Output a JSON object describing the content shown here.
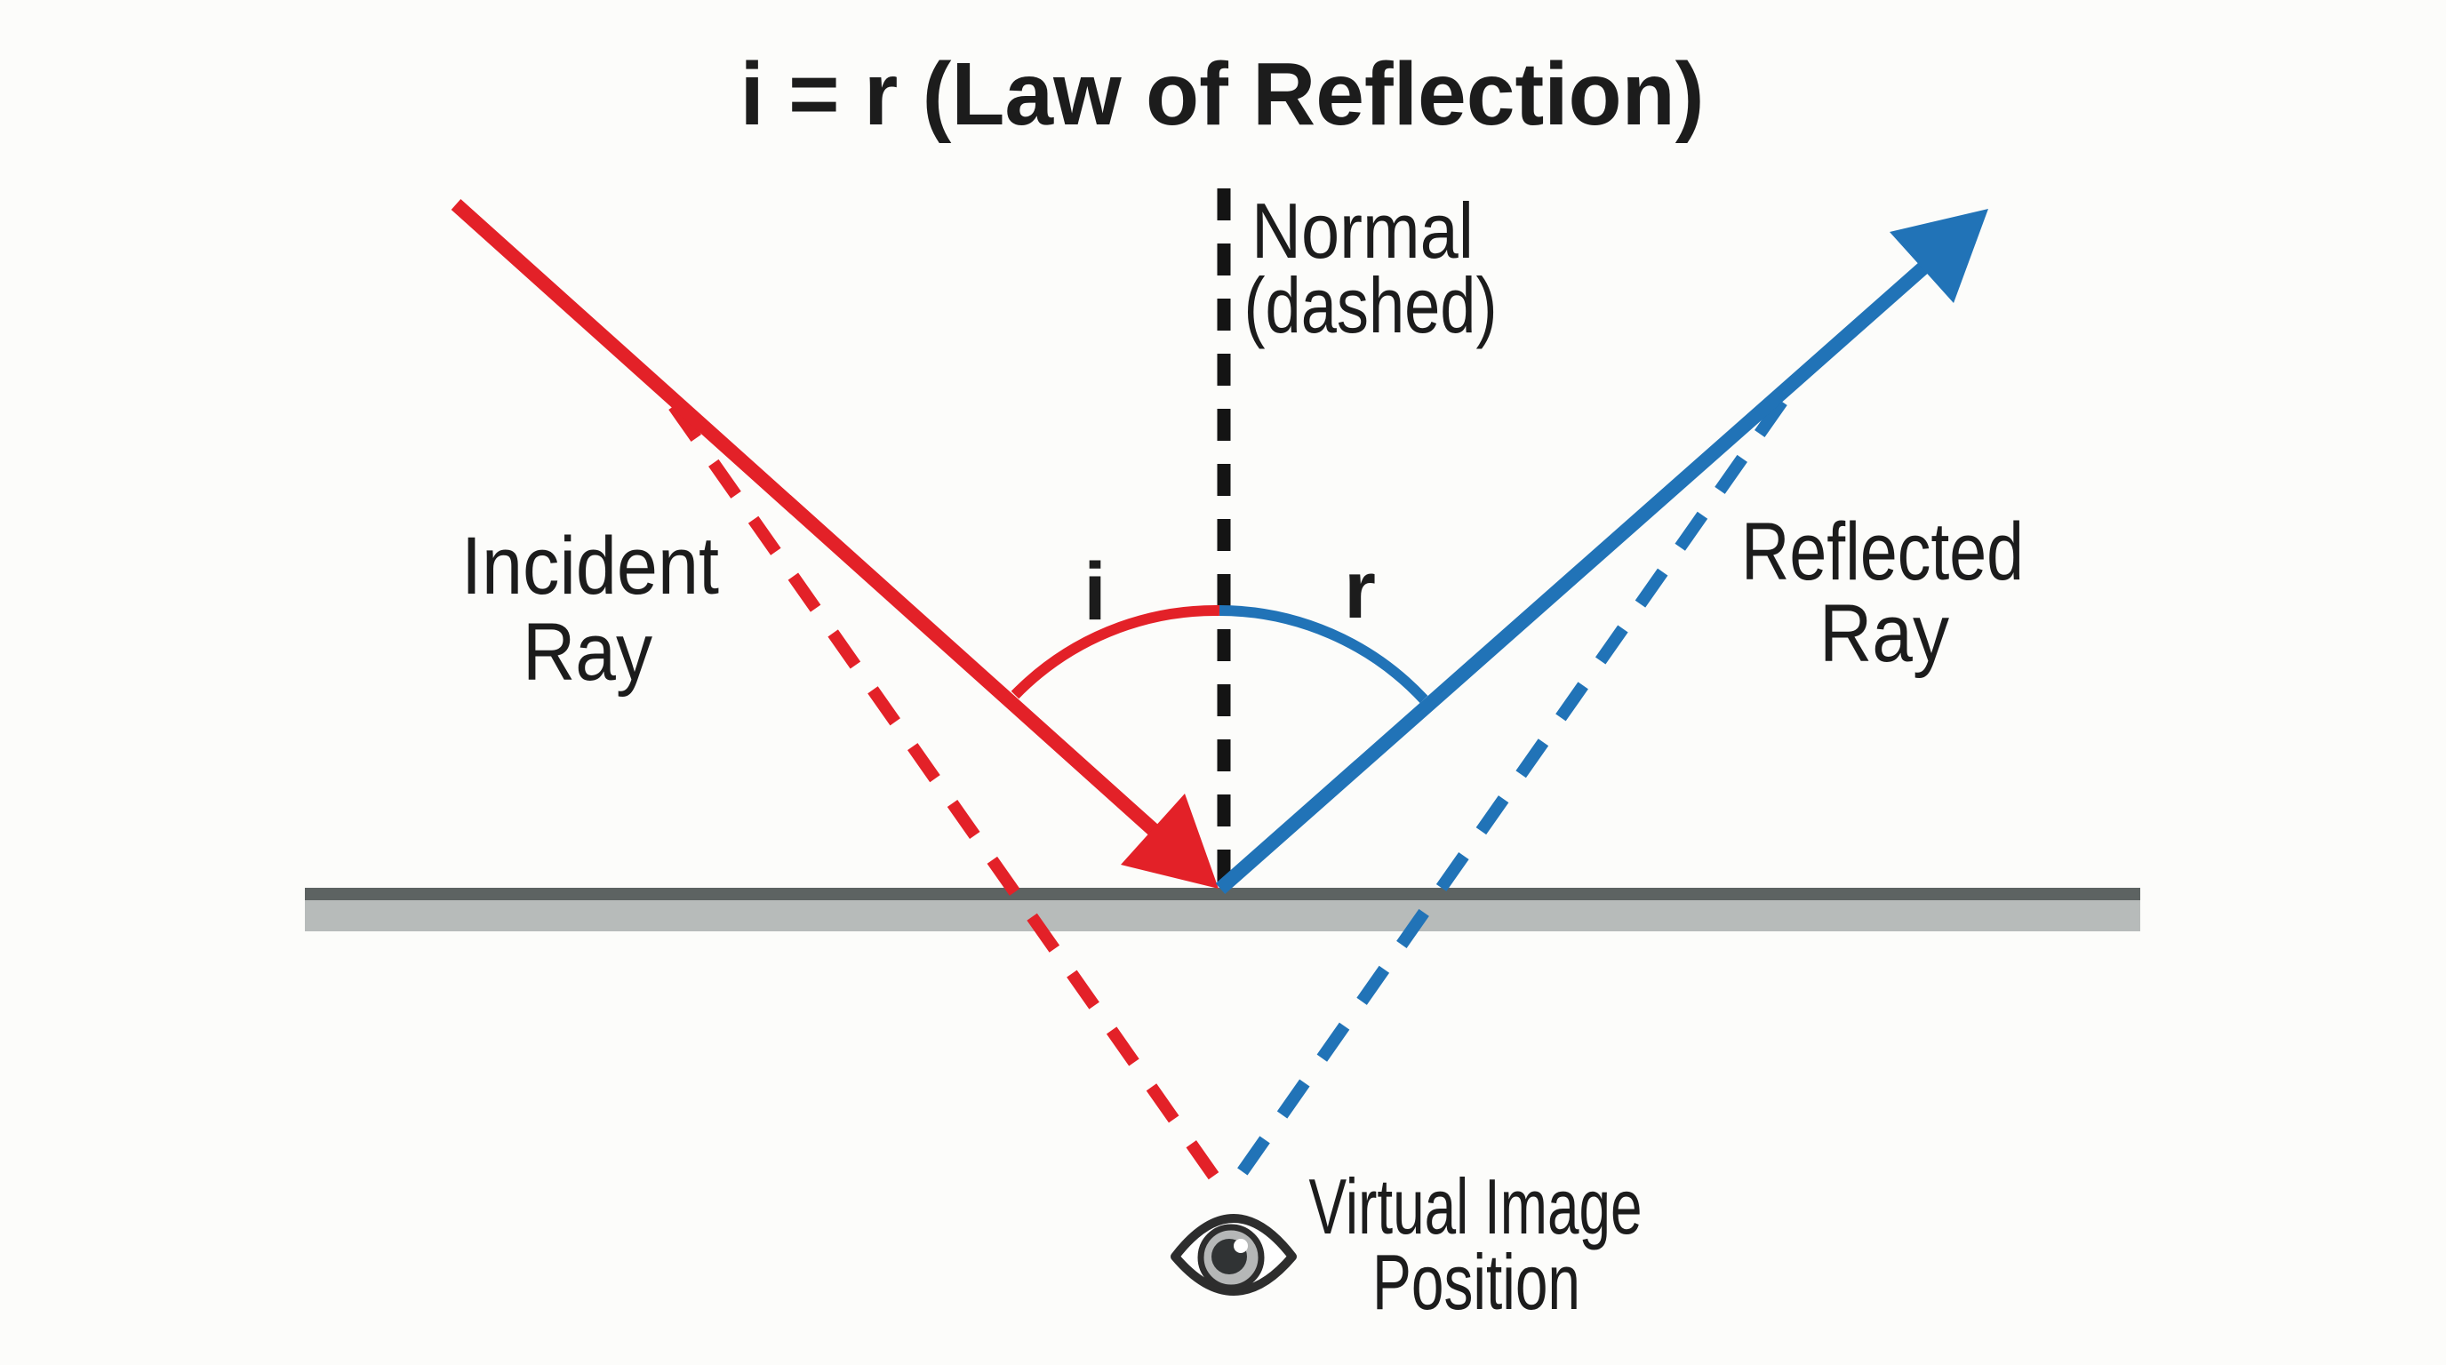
{
  "title": "i = r (Law of Reflection)",
  "labels": {
    "normal": {
      "line1": "Normal",
      "line2": "(dashed)"
    },
    "incident": {
      "line1": "Incident",
      "line2": "Ray"
    },
    "reflected": {
      "line1": "Reflected",
      "line2": "Ray"
    },
    "virtual": {
      "line1": "Virtual Image",
      "line2": "Position"
    },
    "angle_incidence": "i",
    "angle_reflection": "r"
  },
  "icons": {
    "virtual_image_marker": "eye-icon"
  },
  "colors": {
    "background": "#fcfcfa",
    "text": "#1c1c1c",
    "incident_red": "#e32128",
    "reflected_blue": "#2173b7",
    "normal_black": "#141414",
    "mirror_face": "#b7bbba",
    "mirror_edge": "#5d6362",
    "eye_outline": "#2d2d2d",
    "eye_iris": "#b5b7b7",
    "eye_pupil": "#303334",
    "eye_highlight": "#ffffff"
  }
}
